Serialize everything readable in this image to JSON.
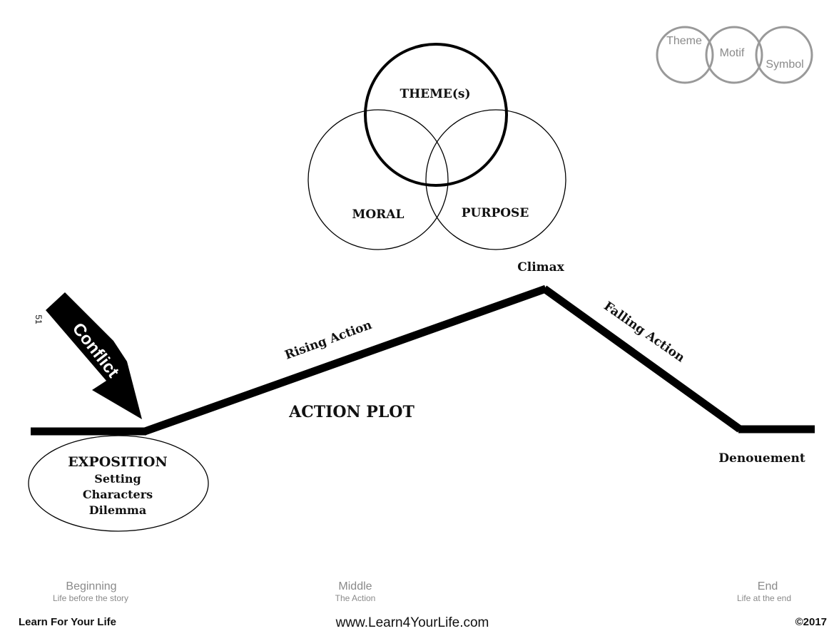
{
  "venn_small": {
    "left": "Theme",
    "middle": "Motif",
    "right": "Symbol"
  },
  "venn_main": {
    "top": "THEME(s)",
    "left": "MORAL",
    "right": "PURPOSE"
  },
  "plot": {
    "title": "ACTION PLOT",
    "climax": "Climax",
    "rising": "Rising Action",
    "falling": "Falling Action",
    "denouement": "Denouement",
    "conflict": "Conflict",
    "page_number": "51"
  },
  "exposition": {
    "title": "EXPOSITION",
    "items": [
      "Setting",
      "Characters",
      "Dilemma"
    ]
  },
  "stages": [
    {
      "label": "Beginning",
      "sub": "Life before the story"
    },
    {
      "label": "Middle",
      "sub": "The Action"
    },
    {
      "label": "End",
      "sub": "Life at the end"
    }
  ],
  "footer": {
    "left": "Learn For Your Life",
    "center": "www.Learn4YourLife.com",
    "right": "©2017"
  },
  "colors": {
    "line": "#000000",
    "gray": "#8a8a8a",
    "small_circle_stroke": "#999999"
  }
}
